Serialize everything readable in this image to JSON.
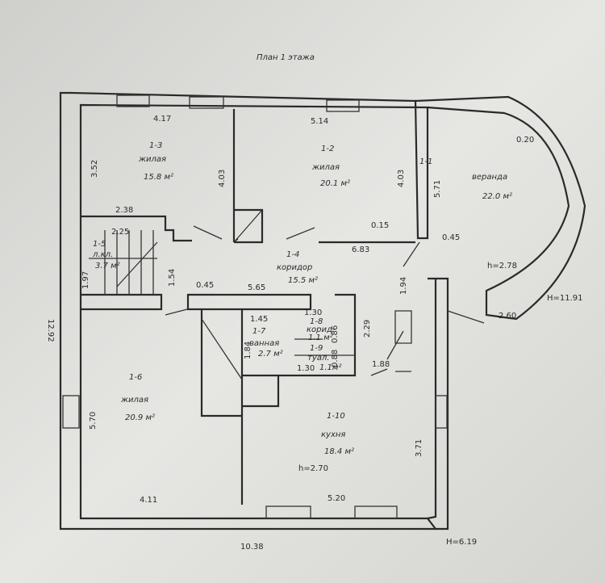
{
  "title": "План 1 этажа",
  "rooms": [
    {
      "id": "1-1",
      "name": "веранда",
      "area": "22.0 м²"
    },
    {
      "id": "1-2",
      "name": "жилая",
      "area": "20.1 м²"
    },
    {
      "id": "1-3",
      "name": "жилая",
      "area": "15.8 м²"
    },
    {
      "id": "1-4",
      "name": "коридор",
      "area": "15.5 м²"
    },
    {
      "id": "1-5",
      "name": "л.кл.",
      "area": "3.7 м²"
    },
    {
      "id": "1-6",
      "name": "жилая",
      "area": "20.9 м²"
    },
    {
      "id": "1-7",
      "name": "ванная",
      "area": "2.7 м²"
    },
    {
      "id": "1-8",
      "name": "корид.",
      "area": "1.1 м²"
    },
    {
      "id": "1-9",
      "name": "туал.",
      "area": "1.1м²"
    },
    {
      "id": "1-10",
      "name": "кухня",
      "area": "18.4 м²"
    }
  ],
  "dimensions": {
    "d_4_17": "4.17",
    "d_5_14": "5.14",
    "d_3_52": "3.52",
    "d_4_03a": "4.03",
    "d_4_03b": "4.03",
    "d_0_20": "0.20",
    "d_5_71": "5.71",
    "d_2_38": "2.38",
    "d_2_25": "2.25",
    "d_1_97": "1.97",
    "d_1_54": "1.54",
    "d_0_15": "0.15",
    "d_6_83": "6.83",
    "d_0_45a": "0.45",
    "d_0_45b": "0.45",
    "d_5_65": "5.65",
    "d_1_94": "1.94",
    "d_1_45": "1.45",
    "d_1_30a": "1.30",
    "d_1_84": "1.84",
    "d_0_86": "0.86",
    "d_0_88": "0.88",
    "d_1_30b": "1.30",
    "d_2_29": "2.29",
    "d_1_88": "1.88",
    "d_12_92": "12.92",
    "d_5_70": "5.70",
    "d_3_71": "3.71",
    "d_4_11": "4.11",
    "d_5_20": "5.20",
    "d_10_38": "10.38",
    "d_2_60": "2.60"
  },
  "heights": {
    "veranda": "h=2.78",
    "kitchen": "h=2.70",
    "total_right": "H=11.91",
    "total_bottom": "H=6.19"
  }
}
